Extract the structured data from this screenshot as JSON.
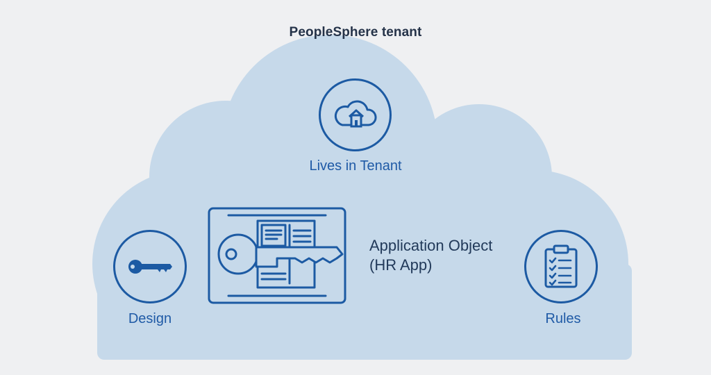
{
  "diagram": {
    "tenant_title": "PeopleSphere tenant",
    "nodes": {
      "tenant": {
        "label": "Lives in Tenant",
        "icon": "cloud-house-icon"
      },
      "design": {
        "label": "Design",
        "icon": "key-icon"
      },
      "rules": {
        "label": "Rules",
        "icon": "clipboard-checklist-icon"
      },
      "application": {
        "name_line1": "Application Object",
        "name_line2": "(HR App)",
        "icon": "key-document-card-icon"
      }
    }
  },
  "colors": {
    "background": "#eff0f2",
    "cloud_fill": "#c6d9ea",
    "icon_stroke": "#1c5aa3",
    "label_text": "#1f5aa6",
    "title_text": "#253349",
    "app_name_text": "#223a5a"
  }
}
